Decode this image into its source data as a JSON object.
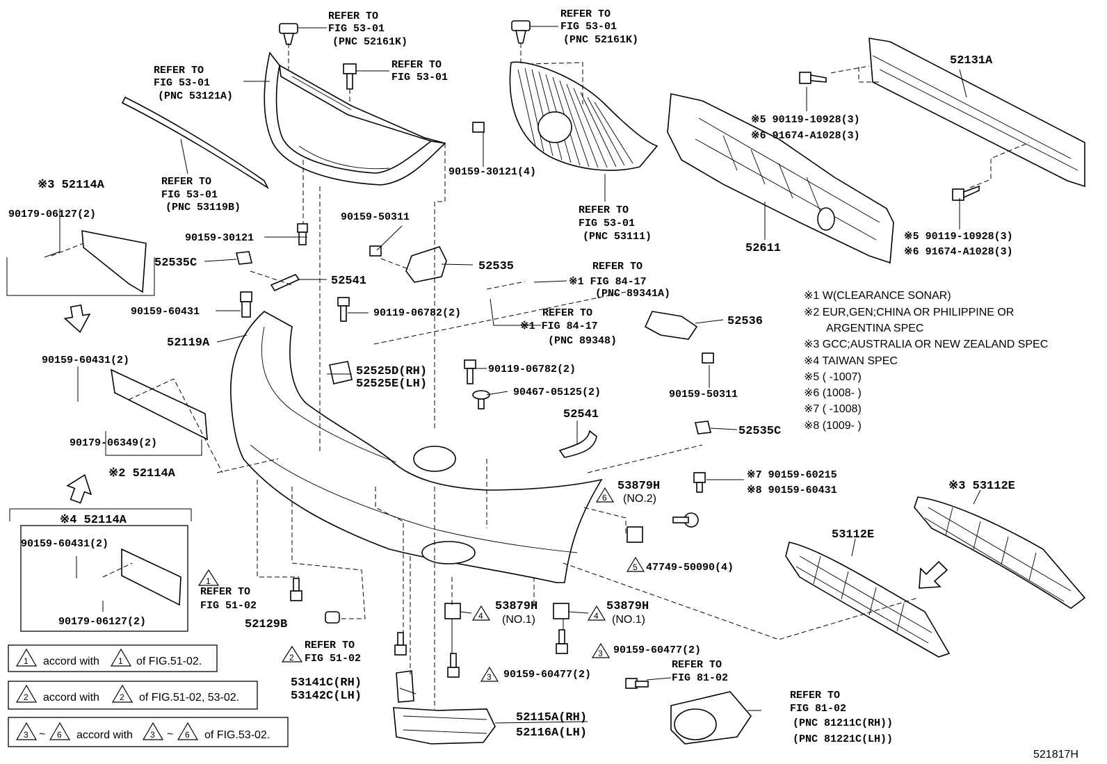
{
  "callouts": {
    "ref_53_01_a": [
      "REFER TO",
      "FIG 53-01",
      "(PNC 52161K)"
    ],
    "ref_53_01_b": [
      "REFER TO",
      "FIG 53-01",
      "(PNC 52161K)"
    ],
    "ref_53_01_c": [
      "REFER TO",
      "FIG 53-01"
    ],
    "ref_53_01_grille_frame": [
      "REFER TO",
      "FIG 53-01",
      "(PNC 53121A)"
    ],
    "ref_53_01_molding": [
      "REFER TO",
      "FIG 53-01",
      "(PNC 53119B)"
    ],
    "ref_53_01_grille": [
      "REFER TO",
      "FIG 53-01",
      "(PNC 53111)"
    ],
    "ref_84_17_a": [
      "REFER TO",
      "※1 FIG 84-17",
      "(PNC 89341A)"
    ],
    "ref_84_17_b": [
      "REFER TO",
      "※1 FIG 84-17",
      "(PNC 89348)"
    ],
    "ref_51_02_a": [
      "REFER TO",
      "FIG 51-02"
    ],
    "ref_51_02_b": [
      "REFER TO",
      "FIG 51-02"
    ],
    "ref_81_02_a": [
      "REFER TO",
      "FIG 81-02"
    ],
    "ref_81_02_b": [
      "REFER TO",
      "FIG 81-02",
      "(PNC 81211C(RH))",
      "(PNC 81221C(LH))"
    ]
  },
  "parts": {
    "p52131A": "52131A",
    "p52611": "52611",
    "p90119_10928_top": [
      "※5 90119-10928(3)",
      "※6 91674-A1028(3)"
    ],
    "p90119_10928_bot": [
      "※5 90119-10928(3)",
      "※6 91674-A1028(3)"
    ],
    "p90159_30121_4": "90159-30121(4)",
    "p90159_30121": "90159-30121",
    "p90159_50311_a": "90159-50311",
    "p90159_50311_b": "90159-50311",
    "p52535": "52535",
    "p52535C_a": "52535C",
    "p52535C_b": "52535C",
    "p52541_a": "52541",
    "p52541_b": "52541",
    "p90159_60431": "90159-60431",
    "p90119_06782_a": "90119-06782(2)",
    "p90119_06782_b": "90119-06782(2)",
    "p52119A": "52119A",
    "p52525": [
      "52525D(RH)",
      "52525E(LH)"
    ],
    "p90467_05125": "90467-05125(2)",
    "p52536": "52536",
    "p90159_60215": [
      "※7 90159-60215",
      "※8 90159-60431"
    ],
    "p53879H_no2": [
      "53879H",
      "(NO.2)"
    ],
    "p47749_50090": "47749-50090(4)",
    "p53879H_no1_a": [
      "53879H",
      "(NO.1)"
    ],
    "p53879H_no1_b": [
      "53879H",
      "(NO.1)"
    ],
    "p90159_60477_a": "90159-60477(2)",
    "p90159_60477_b": "90159-60477(2)",
    "p52129B": "52129B",
    "p53141C": [
      "53141C(RH)",
      "53142C(LH)"
    ],
    "p52115A": [
      "52115A(RH)",
      "52116A(LH)"
    ],
    "p53112E_a": "53112E",
    "p53112E_b": "※3 53112E",
    "p52114A_3": "※3 52114A",
    "p90179_06127_a": "90179-06127(2)",
    "p90159_60431_2a": "90159-60431(2)",
    "p90179_06349": "90179-06349(2)",
    "p52114A_2": "※2 52114A",
    "p52114A_4": "※4 52114A",
    "p90159_60431_2b": "90159-60431(2)",
    "p90179_06127_b": "90179-06127(2)"
  },
  "footnotes": [
    "※1 W(CLEARANCE SONAR)",
    "※2 EUR,GEN;CHINA OR PHILIPPINE OR",
    "ARGENTINA SPEC",
    "※3 GCC;AUSTRALIA OR NEW ZEALAND SPEC",
    "※4 TAIWAN SPEC",
    "※5 (      -1007)",
    "※6 (1008-      )",
    "※7 (      -1008)",
    "※8 (1009-      )"
  ],
  "triangle_marks": {
    "t1": "1",
    "t2": "2",
    "t3": "3",
    "t4": "4",
    "t5": "5",
    "t6": "6",
    "t36a": "3",
    "t36b": "6"
  },
  "legend": {
    "row1": {
      "pre": "accord with",
      "post": "of FIG.51-02."
    },
    "row2": {
      "pre": "accord with",
      "post": "of FIG.51-02, 53-02."
    },
    "row3": {
      "sep": "~",
      "pre": "accord with",
      "post": "of FIG.53-02."
    }
  },
  "figure_id": "521817H"
}
